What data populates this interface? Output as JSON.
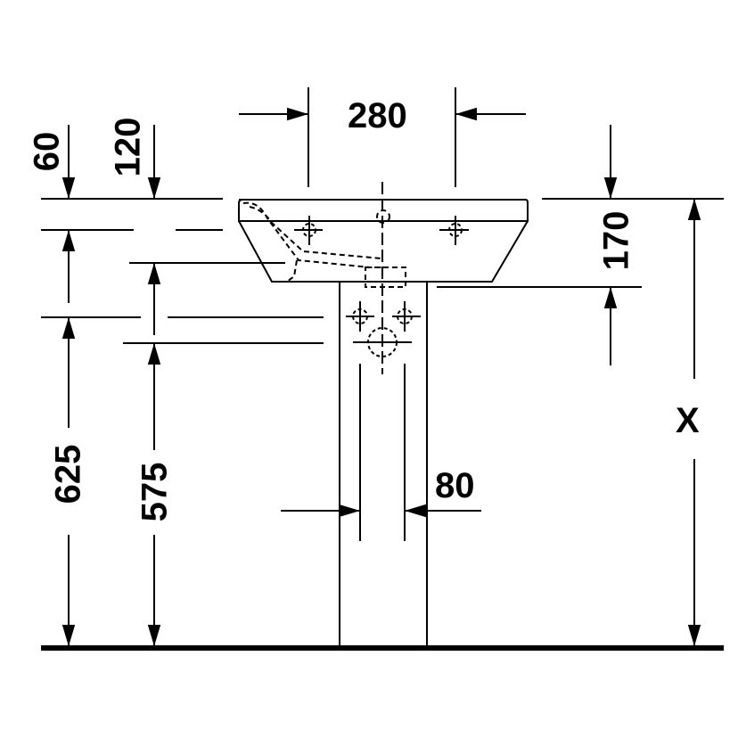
{
  "drawing": {
    "subject": "Pedestal washbasin dimension drawing",
    "line_color": "#000000",
    "background": "#ffffff"
  },
  "dimensions": {
    "width_top": "280",
    "left_60": "60",
    "left_120": "120",
    "right_170": "170",
    "right_x": "X",
    "pedestal_80": "80",
    "height_625": "625",
    "height_575": "575"
  }
}
